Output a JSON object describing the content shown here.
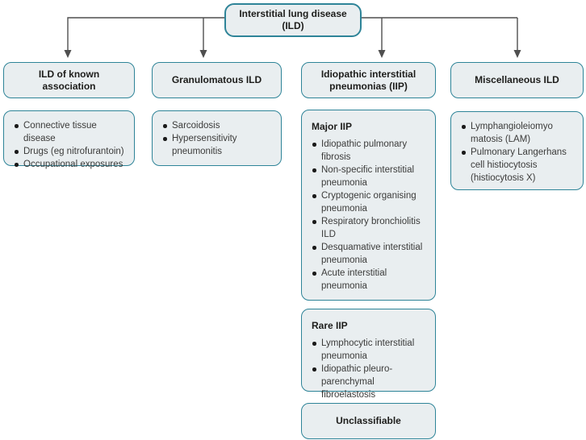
{
  "diagram": {
    "root": {
      "label": "Interstitial lung disease (ILD)"
    },
    "columns": [
      {
        "header": "ILD of known association",
        "items": [
          "Connective tissue disease",
          "Drugs (eg nitrofurantoin)",
          "Occupational exposures"
        ]
      },
      {
        "header": "Granulomatous ILD",
        "items": [
          "Sarcoidosis",
          "Hypersensitivity pneumonitis"
        ]
      },
      {
        "header": "Idiopathic interstitial pneumonias (IIP)",
        "groups": [
          {
            "label": "Major IIP",
            "items": [
              "Idiopathic pulmonary fibrosis",
              "Non-specific interstitial pneumonia",
              "Cryptogenic organising pneumonia",
              "Respiratory bronchiolitis ILD",
              "Desquamative interstitial pneumonia",
              "Acute interstitial pneumonia"
            ]
          },
          {
            "label": "Rare IIP",
            "items": [
              "Lymphocytic interstitial pneumonia",
              "Idiopathic pleuro-parenchymal fibroelastosis"
            ]
          }
        ],
        "unclassifiable": "Unclassifiable"
      },
      {
        "header": "Miscellaneous ILD",
        "items": [
          "Lymphangioleiomyo matosis (LAM)",
          "Pulmonary Langerhans cell histiocytosis (histiocytosis X)"
        ]
      }
    ]
  },
  "colors": {
    "accent": "#2E8498",
    "box_fill": "#E9EEF0",
    "connector": "#4F4F4F",
    "heading_text": "#1D1D1B",
    "body_text": "#3B3B3A"
  }
}
